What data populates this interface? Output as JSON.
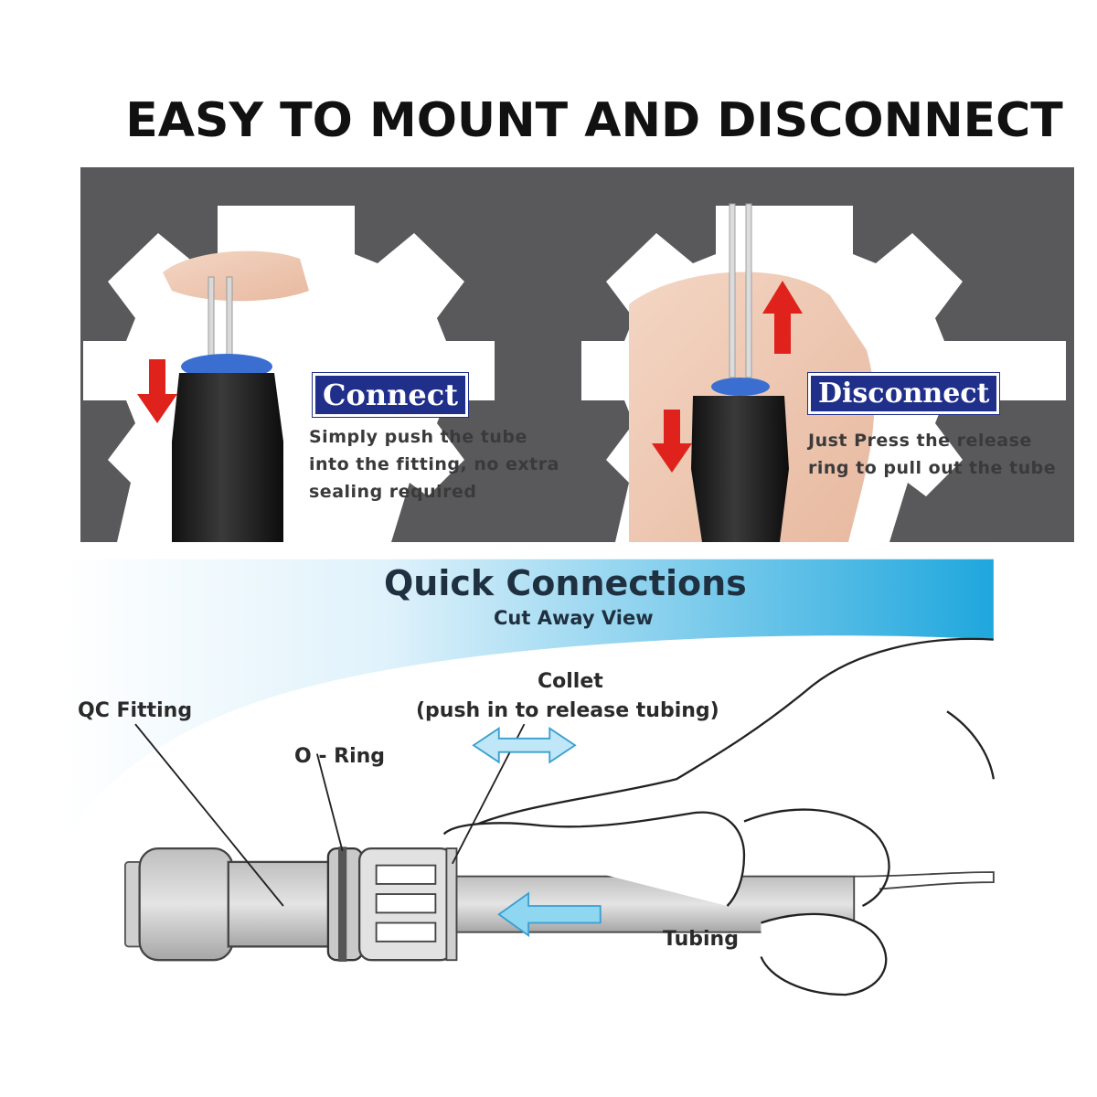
{
  "header": {
    "title": "EASY TO MOUNT AND DISCONNECT"
  },
  "connect": {
    "label": "Connect",
    "desc_line1": "Simply push the tube",
    "desc_line2": "into the fitting, no extra",
    "desc_line3": "sealing required"
  },
  "disconnect": {
    "label": "Disconnect",
    "desc_line1": "Just Press the release",
    "desc_line2": "ring to pull out the tube"
  },
  "diagram": {
    "title": "Quick Connections",
    "subtitle": "Cut Away View",
    "qc_fitting": "QC Fitting",
    "o_ring": "O - Ring",
    "collet_line1": "Collet",
    "collet_line2": "(push in to release tubing)",
    "tubing": "Tubing"
  },
  "colors": {
    "panel": "#59595b",
    "label_bg": "#1f2f8a",
    "arrow_red": "#e0221c",
    "banner_blue": "#1fa7dd",
    "fitting_blue": "#3a6fd1",
    "arrow_light_blue": "#7fd0ee"
  }
}
